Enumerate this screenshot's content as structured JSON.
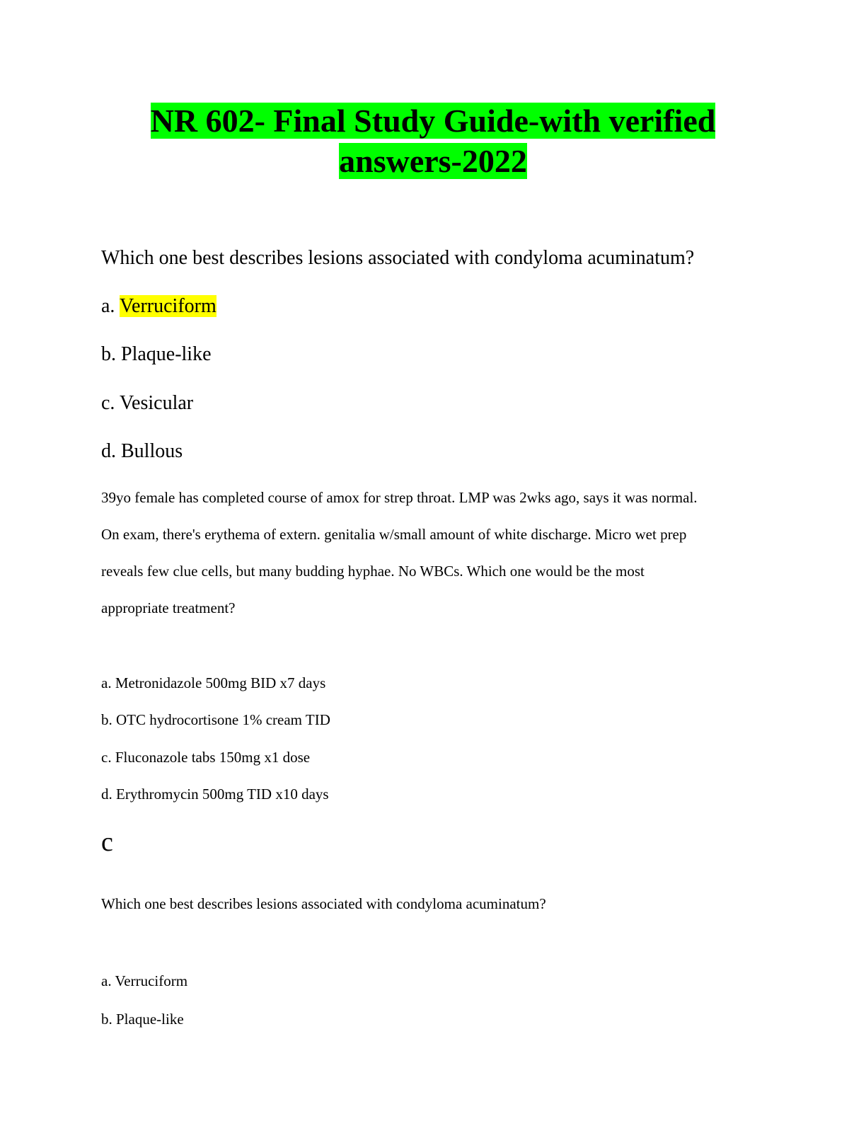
{
  "title": {
    "line1": "NR 602- Final Study Guide-with verified",
    "line2": "answers-2022"
  },
  "q1": {
    "question": "Which one best describes lesions associated with condyloma acuminatum?",
    "options": [
      {
        "letter": "a.",
        "text": "Verruciform"
      },
      {
        "letter": "b.",
        "text": "Plaque-like"
      },
      {
        "letter": "c.",
        "text": "Vesicular"
      },
      {
        "letter": "d.",
        "text": "Bullous"
      }
    ]
  },
  "q2": {
    "question_lines": [
      "39yo female has completed course of amox for strep throat. LMP was 2wks ago, says it was normal.",
      "On exam, there's erythema of extern. genitalia w/small amount of white discharge. Micro wet prep",
      "reveals few clue cells, but many budding hyphae. No WBCs. Which one would be the most",
      "appropriate treatment?"
    ],
    "options": [
      "a. Metronidazole 500mg BID x7 days",
      "b. OTC hydrocortisone 1% cream TID",
      "c. Fluconazole tabs 150mg x1 dose",
      "d. Erythromycin 500mg TID x10 days"
    ],
    "answer": "c"
  },
  "q3": {
    "question": "Which one best describes lesions associated with condyloma acuminatum?",
    "options": [
      "a. Verruciform",
      "b. Plaque-like"
    ]
  }
}
